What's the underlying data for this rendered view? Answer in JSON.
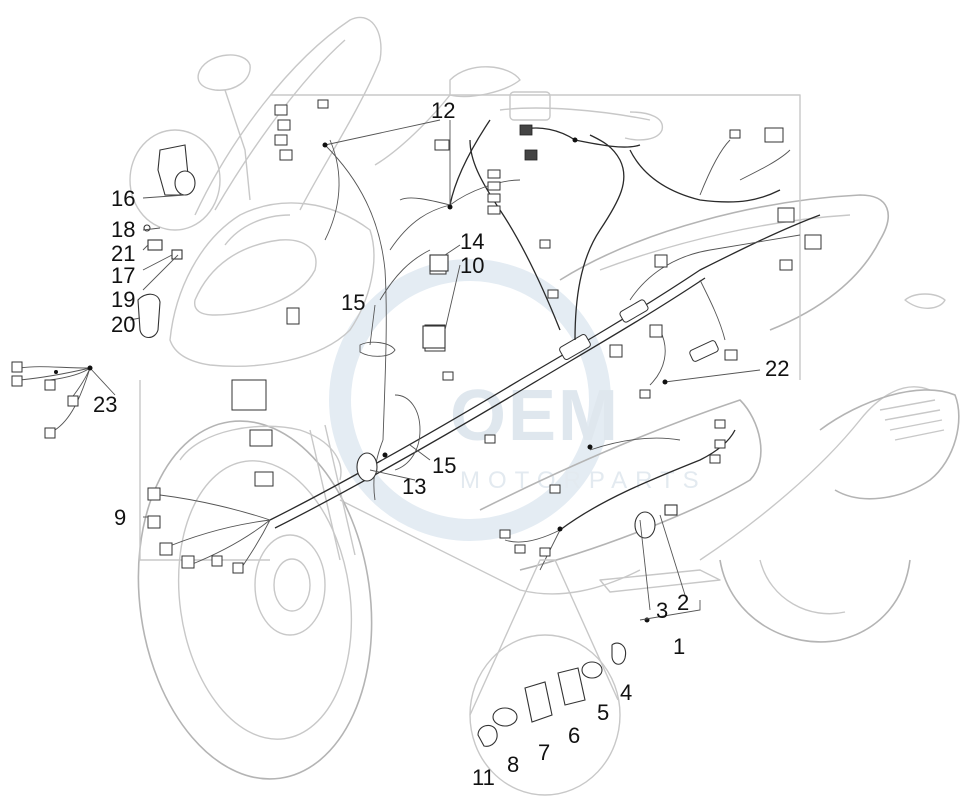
{
  "watermark": {
    "main": "OEM",
    "sub": "MOTORPARTS"
  },
  "callouts": [
    {
      "id": "c1",
      "label": "1"
    },
    {
      "id": "c2",
      "label": "2"
    },
    {
      "id": "c3",
      "label": "3"
    },
    {
      "id": "c4",
      "label": "4"
    },
    {
      "id": "c5",
      "label": "5"
    },
    {
      "id": "c6",
      "label": "6"
    },
    {
      "id": "c7",
      "label": "7"
    },
    {
      "id": "c8",
      "label": "8"
    },
    {
      "id": "c9",
      "label": "9"
    },
    {
      "id": "c10",
      "label": "10"
    },
    {
      "id": "c11",
      "label": "11"
    },
    {
      "id": "c12",
      "label": "12"
    },
    {
      "id": "c13",
      "label": "13"
    },
    {
      "id": "c14",
      "label": "14"
    },
    {
      "id": "c15a",
      "label": "15"
    },
    {
      "id": "c15b",
      "label": "15"
    },
    {
      "id": "c16",
      "label": "16"
    },
    {
      "id": "c17",
      "label": "17"
    },
    {
      "id": "c18",
      "label": "18"
    },
    {
      "id": "c19",
      "label": "19"
    },
    {
      "id": "c20",
      "label": "20"
    },
    {
      "id": "c21",
      "label": "21"
    },
    {
      "id": "c22",
      "label": "22"
    },
    {
      "id": "c23",
      "label": "23"
    }
  ]
}
